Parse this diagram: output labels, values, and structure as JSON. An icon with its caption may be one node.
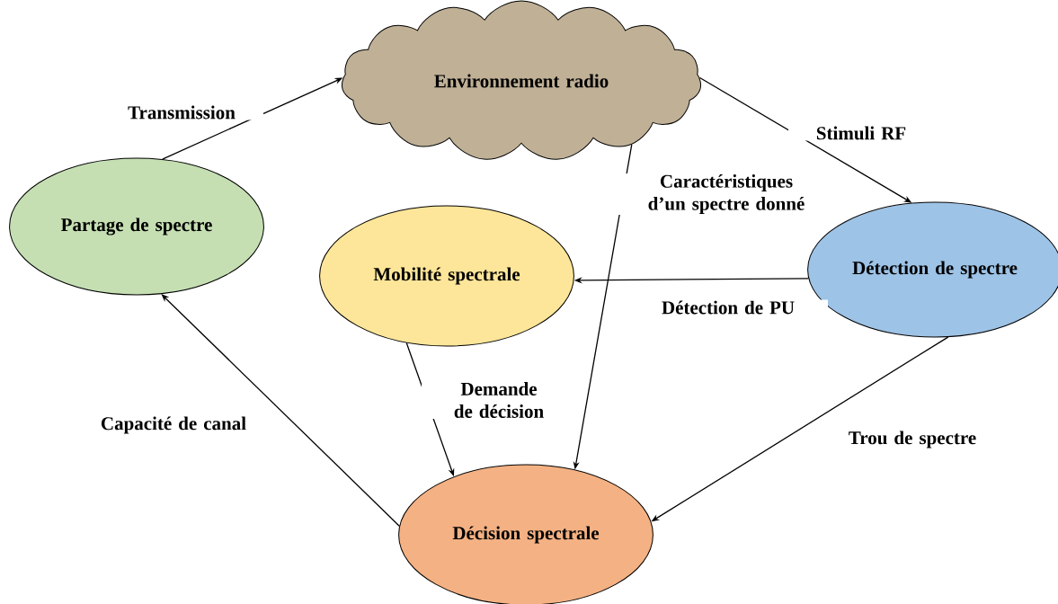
{
  "diagram": {
    "nodes": [
      {
        "text": [
          "Environnement radio"
        ]
      },
      {
        "text": [
          "Partage de spectre"
        ]
      },
      {
        "text": [
          "Mobilité spectrale"
        ]
      },
      {
        "text": [
          "Détection de spectre"
        ]
      },
      {
        "text": [
          "Décision spectrale"
        ]
      }
    ],
    "edges": [
      {
        "from": 1,
        "to": 0,
        "arrow": "to",
        "label": "Transmission"
      },
      {
        "from": 0,
        "to": 3,
        "arrow": "to",
        "label": "Stimuli RF"
      },
      {
        "from": 0,
        "to": 4,
        "arrow": "to",
        "label": "Caractéristiques d’un spectre donné"
      },
      {
        "from": 3,
        "to": 2,
        "arrow": "to",
        "label": "Détection de PU"
      },
      {
        "from": 2,
        "to": 4,
        "arrow": "to",
        "label": "Demande de décision"
      },
      {
        "from": 3,
        "to": 4,
        "arrow": "to",
        "label": "Trou de spectre"
      },
      {
        "from": 4,
        "to": 1,
        "arrow": "to",
        "label": "Capacité de canal"
      }
    ]
  }
}
